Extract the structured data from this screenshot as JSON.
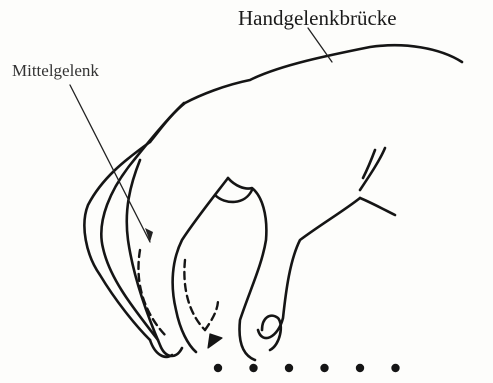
{
  "labels": {
    "wrist_bridge": "Handgelenkbrücke",
    "middle_joint": "Mittelgelenk"
  },
  "colors": {
    "ink": "#151515",
    "paper": "#fdfdfb"
  },
  "key_dots_count": 6
}
